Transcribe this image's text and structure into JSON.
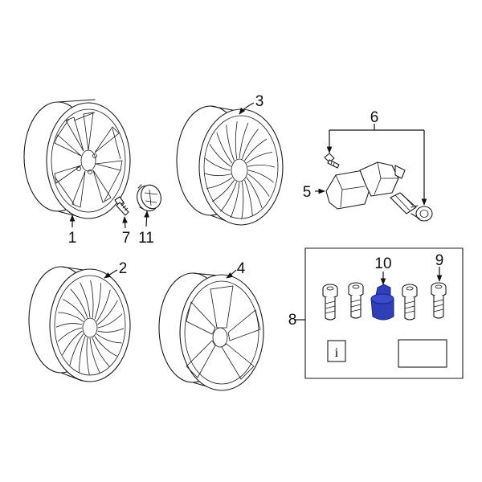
{
  "callouts": {
    "c1": "1",
    "c2": "2",
    "c3": "3",
    "c4": "4",
    "c5": "5",
    "c6": "6",
    "c7": "7",
    "c8": "8",
    "c9": "9",
    "c10": "10",
    "c11": "11"
  },
  "info_icon": "i",
  "colors": {
    "line": "#1a1a1a",
    "highlight": "#2f3fb7",
    "highlight_dark": "#1a2680",
    "background": "#ffffff"
  },
  "highlighted_part": "10"
}
